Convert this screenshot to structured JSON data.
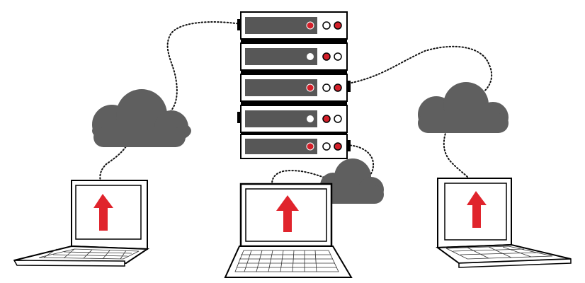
{
  "diagram": {
    "theme": {
      "cloud": "#5f5f5f",
      "rack_frame": "#ffffff",
      "rack_outline": "#000000",
      "rack_panel": "#575757",
      "led_red": "#d3202a",
      "led_white": "#ffffff",
      "screen": "#ffffff",
      "arrow": "#e0242c",
      "link_line": "#111111"
    },
    "server": {
      "name": "server-rack",
      "units": [
        {
          "id": "unit-1",
          "panel_led": "red",
          "side_leds": [
            "white",
            "red"
          ]
        },
        {
          "id": "unit-2",
          "panel_led": "white",
          "side_leds": [
            "red",
            "white"
          ]
        },
        {
          "id": "unit-3",
          "panel_led": "red",
          "side_leds": [
            "white",
            "red"
          ]
        },
        {
          "id": "unit-4",
          "panel_led": "white",
          "side_leds": [
            "red",
            "white"
          ]
        },
        {
          "id": "unit-5",
          "panel_led": "red",
          "side_leds": [
            "white",
            "red"
          ]
        }
      ]
    },
    "clouds": [
      {
        "id": "cloud-left"
      },
      {
        "id": "cloud-right"
      },
      {
        "id": "cloud-center"
      }
    ],
    "laptops": [
      {
        "id": "laptop-left",
        "screen_icon": "upload-arrow-icon"
      },
      {
        "id": "laptop-center",
        "screen_icon": "upload-arrow-icon"
      },
      {
        "id": "laptop-right",
        "screen_icon": "upload-arrow-icon"
      }
    ],
    "connections": [
      {
        "from": "laptop-left",
        "via": "cloud-left",
        "to": "server-rack"
      },
      {
        "from": "laptop-right",
        "via": "cloud-right",
        "to": "server-rack"
      },
      {
        "from": "laptop-center",
        "via": "cloud-center",
        "to": "server-rack"
      }
    ]
  }
}
